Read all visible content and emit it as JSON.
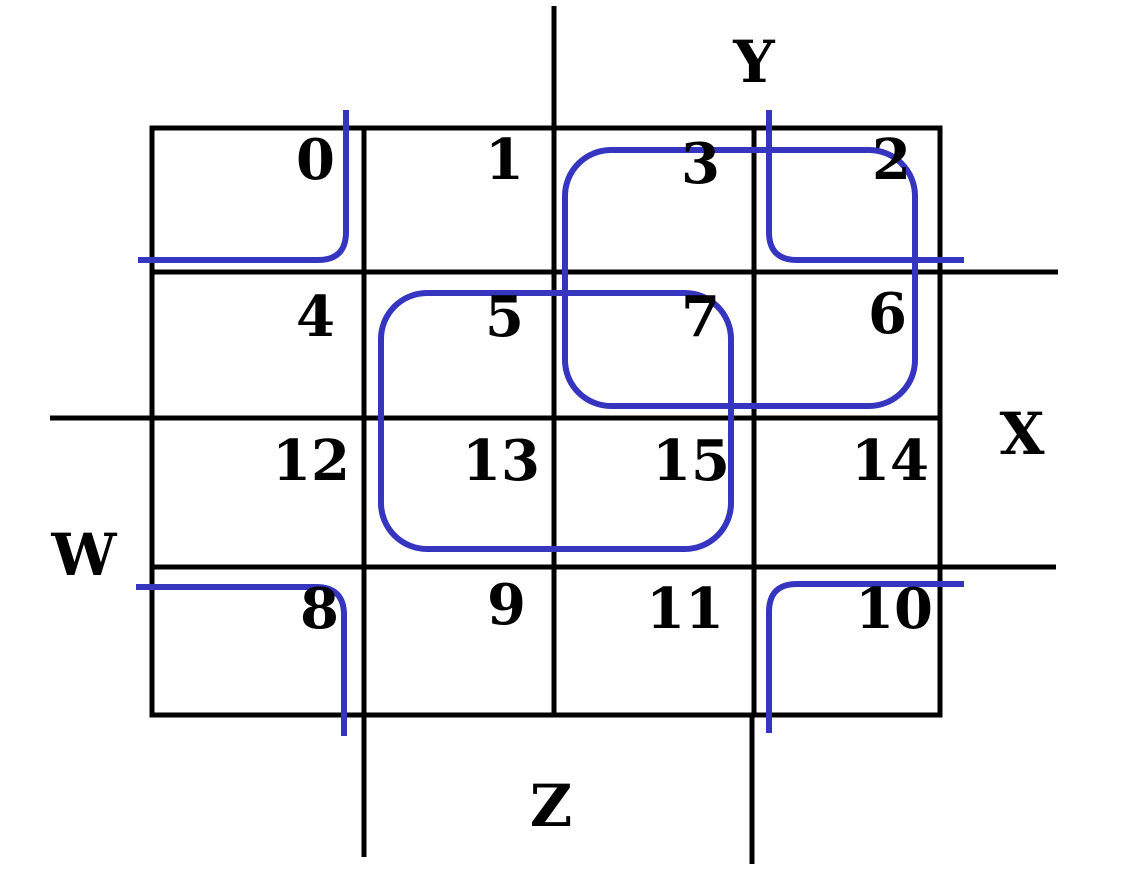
{
  "cells": [
    [
      "0",
      "1",
      "3",
      "2"
    ],
    [
      "4",
      "5",
      "7",
      "6"
    ],
    [
      "12",
      "13",
      "15",
      "14"
    ],
    [
      "8",
      "9",
      "11",
      "10"
    ]
  ],
  "variables": {
    "y": "Y",
    "x": "X",
    "w": "W",
    "z": "Z"
  },
  "colors": {
    "grid": "#000000",
    "group": "#3535c0"
  }
}
